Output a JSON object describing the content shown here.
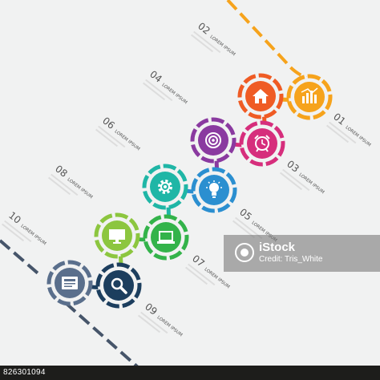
{
  "steps": [
    {
      "number": "01",
      "title": "LOREM IPSUM",
      "color": "#f6a31c",
      "icon": "bar-chart-icon"
    },
    {
      "number": "02",
      "title": "LOREM IPSUM",
      "color": "#ef5b24",
      "icon": "house-icon"
    },
    {
      "number": "03",
      "title": "LOREM IPSUM",
      "color": "#d62e7c",
      "icon": "alarm-clock-icon"
    },
    {
      "number": "04",
      "title": "LOREM IPSUM",
      "color": "#8a3aa0",
      "icon": "target-icon"
    },
    {
      "number": "05",
      "title": "LOREM IPSUM",
      "color": "#2b8fd0",
      "icon": "lightbulb-icon"
    },
    {
      "number": "06",
      "title": "LOREM IPSUM",
      "color": "#1fb6a6",
      "icon": "gear-icon"
    },
    {
      "number": "07",
      "title": "LOREM IPSUM",
      "color": "#33b34a",
      "icon": "laptop-icon"
    },
    {
      "number": "08",
      "title": "LOREM IPSUM",
      "color": "#8cc63f",
      "icon": "monitor-icon"
    },
    {
      "number": "09",
      "title": "LOREM IPSUM",
      "color": "#1c3e5e",
      "icon": "magnifier-icon"
    },
    {
      "number": "10",
      "title": "LOREM IPSUM",
      "color": "#5a6f8c",
      "icon": "document-icon"
    }
  ],
  "watermark": {
    "brand": "iStock",
    "credit": "Credit: Tris_White"
  },
  "footer": {
    "stock_id": "826301094"
  }
}
